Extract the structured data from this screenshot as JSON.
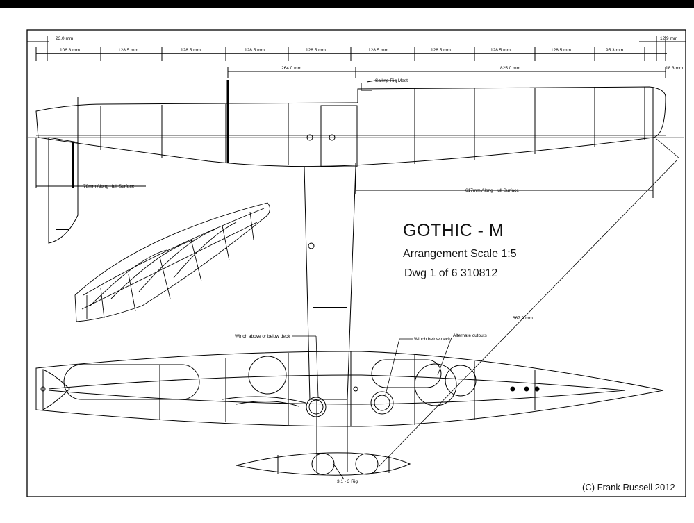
{
  "drawing": {
    "title": "GOTHIC - M",
    "scale_line": "Arrangement  Scale 1:5",
    "dwg_line": "Dwg 1 of 6  310812",
    "copyright": "(C) Frank Russell 2012"
  },
  "dimensions": {
    "top_row": [
      "23.0 mm",
      "12.9 mm"
    ],
    "main_row": [
      "106.8 mm",
      "128.5 mm",
      "128.5 mm",
      "128.5 mm",
      "128.5 mm",
      "128.5 mm",
      "128.5 mm",
      "128.5 mm",
      "128.5 mm",
      "95.3 mm"
    ],
    "second_row": [
      "264.0 mm",
      "825.0 mm",
      "18.3 mm"
    ],
    "along_hull_short": "78mm Along Hull Surface",
    "along_hull_long": "617mm Along Hull Surface",
    "diagonal": "667.9 mm"
  },
  "annotations": {
    "sailing_rig_mast": "Sailing Rig Mast",
    "winch_above": "Winch above or below deck",
    "winch_below": "Winch below deck",
    "alternate_cutouts": "Alternate cutouts",
    "rig_label": "3.1 - 3 Rig"
  }
}
